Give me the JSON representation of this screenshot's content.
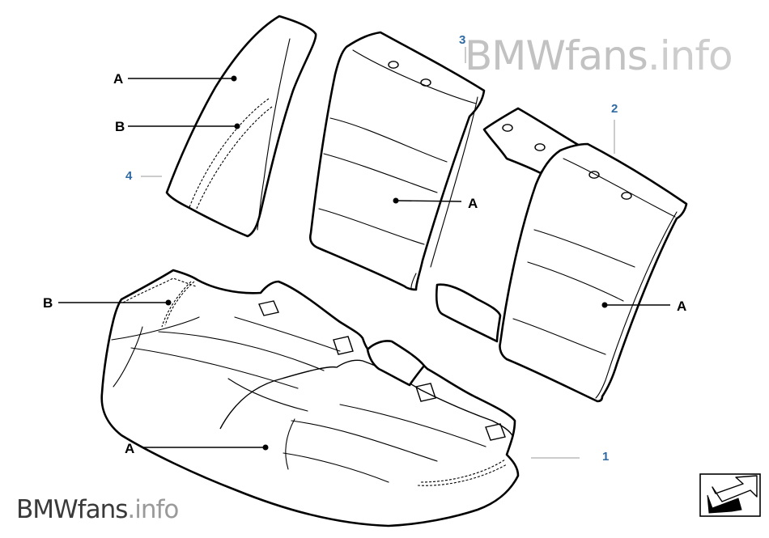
{
  "watermark": {
    "brand": "BMWfans",
    "suffix": ".info"
  },
  "labels": {
    "a1": "A",
    "b1": "B",
    "a2": "A",
    "a3": "A",
    "b2": "B",
    "a4": "A"
  },
  "part_numbers": {
    "p1": "1",
    "p2": "2",
    "p3": "3",
    "p4": "4"
  },
  "colors": {
    "part_number": "#2f6aa3",
    "watermark_light": "#c9c9c9",
    "outline": "#000000"
  },
  "icons": {
    "navigation": "back-arrow-icon"
  }
}
